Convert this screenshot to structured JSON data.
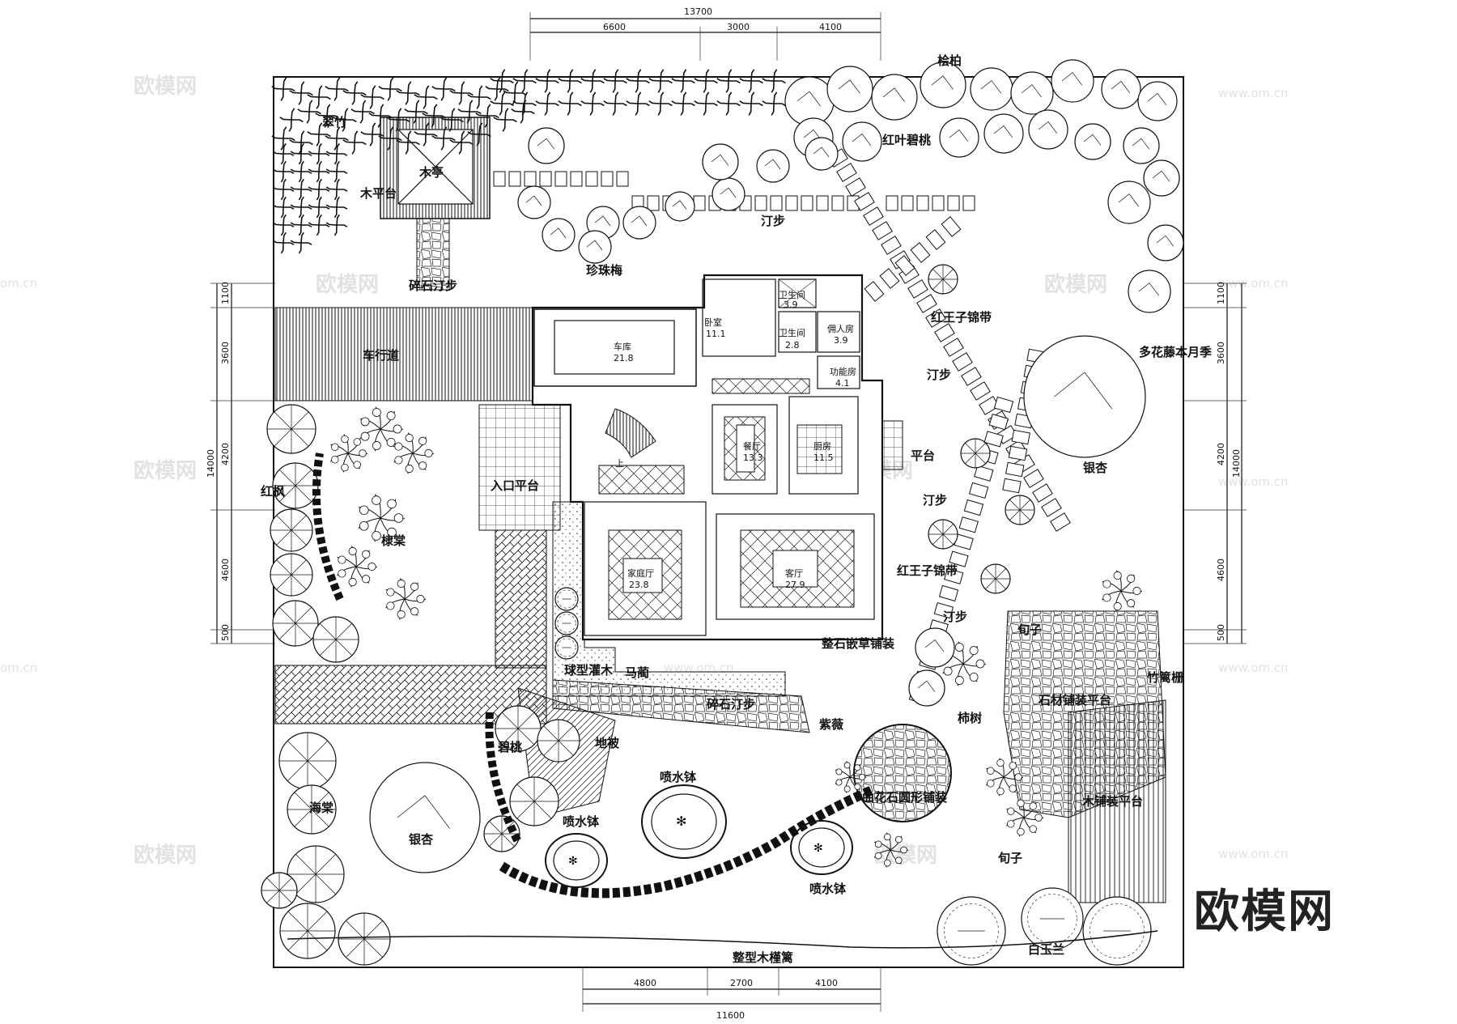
{
  "watermarks": {
    "brand": "欧模网",
    "url": "www.om.cn",
    "url_edge": "om.cn"
  },
  "logo": "欧模网",
  "dimensions": {
    "top_total": "13700",
    "top_segments": [
      "6600",
      "3000",
      "4100"
    ],
    "bottom_total": "11600",
    "bottom_segments": [
      "4800",
      "2700",
      "4100"
    ],
    "left_total": "14000",
    "left_segments": [
      "1100",
      "3600",
      "4200",
      "4600",
      "500"
    ],
    "right_total": "14000",
    "right_segments": [
      "1100",
      "3600",
      "4200",
      "4600",
      "500"
    ]
  },
  "rooms": {
    "bedroom": {
      "name": "卧室",
      "area": "11.1"
    },
    "bath1": {
      "name": "卫生间",
      "area": "3.9"
    },
    "bath2": {
      "name": "卫生间",
      "area": "2.8"
    },
    "maid": {
      "name": "佣人房",
      "area": "3.9"
    },
    "garage": {
      "name": "车库",
      "area": "21.8"
    },
    "utility": {
      "name": "功能房",
      "area": "4.1"
    },
    "dining": {
      "name": "餐厅",
      "area": "13.3"
    },
    "kitchen": {
      "name": "厨房",
      "area": "11.5"
    },
    "family": {
      "name": "家庭厅",
      "area": "23.8"
    },
    "living": {
      "name": "客厅",
      "area": "27.9"
    },
    "stair_up": "上"
  },
  "labels": {
    "bamboo": "翠竹",
    "pavilion": "木亭",
    "wood_deck": "木平台",
    "gravel_path": "碎石汀步",
    "cypress": "桧柏",
    "red_photinia": "红叶碧桃",
    "stepping_top": "汀步",
    "pearl_plum": "珍珠梅",
    "driveway": "车行道",
    "red_gk_top": "红王子锦带",
    "stepping_right": "汀步",
    "rose": "多花藤本月季",
    "platform": "平台",
    "stepping_mid": "汀步",
    "ginkgo_right": "银杏",
    "red_gk_mid": "红王子锦带",
    "red_maple": "红枫",
    "entrance": "入口平台",
    "crabapple_left": "棣棠",
    "stepping_low": "汀步",
    "grass_paving": "整石嵌草铺装",
    "ball_shrub": "球型灌木",
    "iris": "马蔺",
    "gravel_stepping": "碎石汀步",
    "crape": "紫薇",
    "persimmon": "柿树",
    "xunzi_top": "旬子",
    "bamboo_fence": "竹篱栅",
    "stone_platform": "石材铺装平台",
    "peach": "碧桃",
    "groundcover": "地被",
    "fountain_top": "喷水钵",
    "granite_round": "曲花石圆形铺装",
    "haitang": "海棠",
    "ginkgo_left": "银杏",
    "fountain_left": "喷水钵",
    "fountain_right": "喷水钵",
    "xunzi_low": "旬子",
    "wood_platform": "木铺装平台",
    "hedge": "整型木槿篱",
    "magnolia": "白玉兰"
  }
}
